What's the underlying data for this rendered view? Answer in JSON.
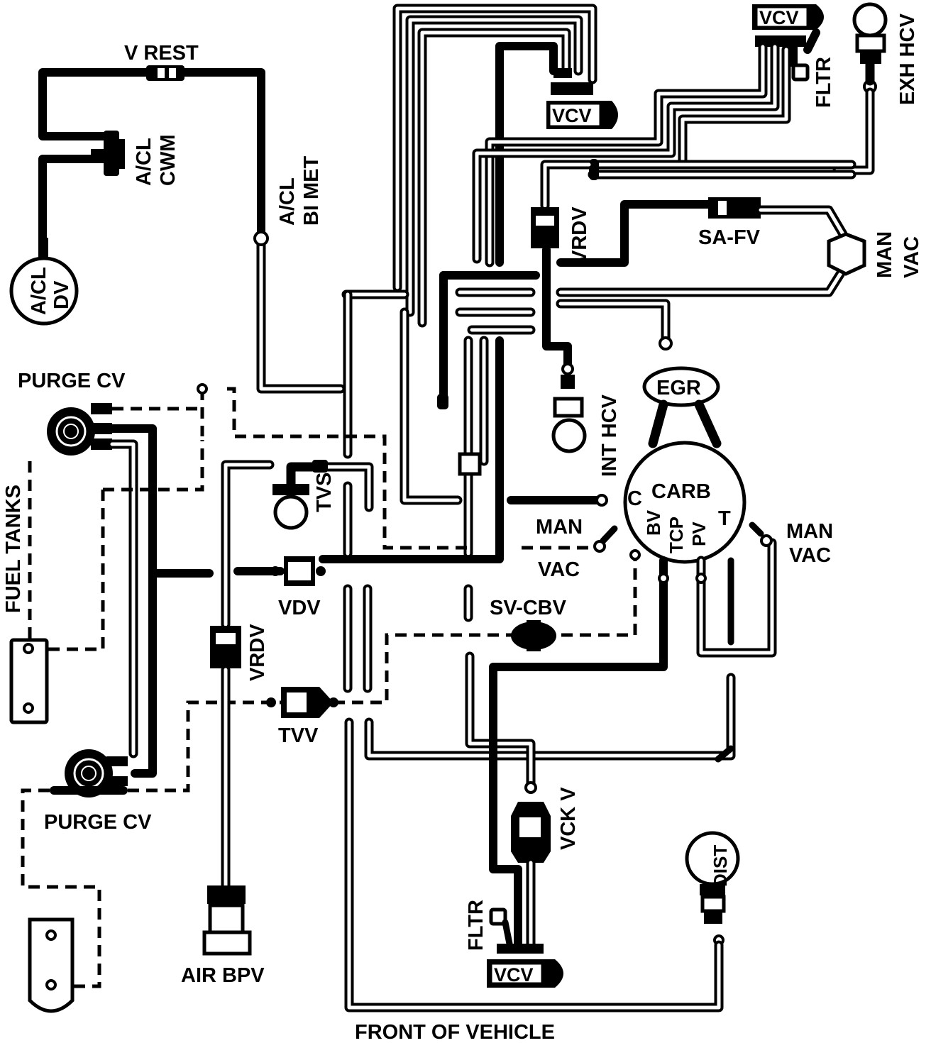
{
  "diagram": {
    "labels": {
      "v_rest": "V REST",
      "acl_cwm_1": "A/CL",
      "acl_cwm_2": "CWM",
      "acl_bimet_1": "A/CL",
      "acl_bimet_2": "BI MET",
      "acl_dv_1": "A/CL",
      "acl_dv_2": "DV",
      "vcv_top_center": "VCV",
      "vcv_top_right": "VCV",
      "vcv_bottom": "VCV",
      "fltr_top": "FLTR",
      "fltr_bottom": "FLTR",
      "exh_hcv": "EXH HCV",
      "vrdv_upper": "VRDV",
      "vrdv_lower": "VRDV",
      "sa_fv": "SA-FV",
      "man_vac_right_1": "MAN",
      "man_vac_right_2": "VAC",
      "egr": "EGR",
      "int_hcv": "INT HCV",
      "carb": "CARB",
      "carb_c": "C",
      "carb_bv": "BV",
      "carb_tcp": "TCP",
      "carb_pv": "PV",
      "carb_t": "T",
      "man_vac_left_1": "MAN",
      "man_vac_left_2": "VAC",
      "man_vac_carb_1": "MAN",
      "man_vac_carb_2": "VAC",
      "purge_cv_top": "PURGE CV",
      "purge_cv_bottom": "PURGE CV",
      "fuel_tanks": "FUEL TANKS",
      "tvs": "TVS",
      "vdv": "VDV",
      "sv_cbv": "SV-CBV",
      "tvv": "TVV",
      "vck_v": "VCK V",
      "dist": "DIST",
      "air_bpv": "AIR BPV",
      "front_of_vehicle": "FRONT OF VEHICLE"
    }
  }
}
